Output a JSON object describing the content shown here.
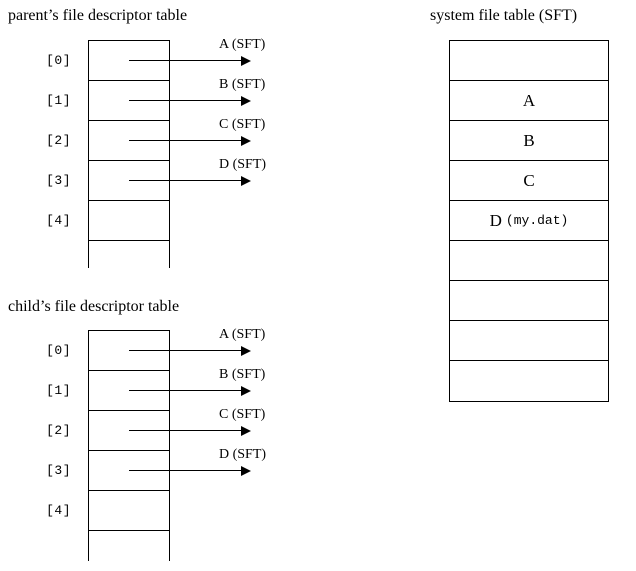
{
  "diagram": {
    "title": "file descriptor tables and system file table",
    "ink_color": "#000000",
    "background_color": "#ffffff"
  },
  "parent": {
    "heading": "parent’s file descriptor table",
    "rows": [
      {
        "index": "[0]",
        "pointer_label": "A (SFT)",
        "has_pointer": true
      },
      {
        "index": "[1]",
        "pointer_label": "B (SFT)",
        "has_pointer": true
      },
      {
        "index": "[2]",
        "pointer_label": "C (SFT)",
        "has_pointer": true
      },
      {
        "index": "[3]",
        "pointer_label": "D (SFT)",
        "has_pointer": true
      },
      {
        "index": "[4]",
        "pointer_label": "",
        "has_pointer": false
      },
      {
        "index": "",
        "pointer_label": "",
        "has_pointer": false
      }
    ]
  },
  "child": {
    "heading": "child’s file descriptor table",
    "rows": [
      {
        "index": "[0]",
        "pointer_label": "A (SFT)",
        "has_pointer": true
      },
      {
        "index": "[1]",
        "pointer_label": "B (SFT)",
        "has_pointer": true
      },
      {
        "index": "[2]",
        "pointer_label": "C (SFT)",
        "has_pointer": true
      },
      {
        "index": "[3]",
        "pointer_label": "D (SFT)",
        "has_pointer": true
      },
      {
        "index": "[4]",
        "pointer_label": "",
        "has_pointer": false
      },
      {
        "index": "",
        "pointer_label": "",
        "has_pointer": false
      }
    ]
  },
  "sft": {
    "heading": "system file table (SFT)",
    "entries": [
      {
        "label": "",
        "mono": ""
      },
      {
        "label": "A",
        "mono": ""
      },
      {
        "label": "B",
        "mono": ""
      },
      {
        "label": "C",
        "mono": ""
      },
      {
        "label": "D",
        "mono": "(my.dat)"
      },
      {
        "label": "",
        "mono": ""
      },
      {
        "label": "",
        "mono": ""
      },
      {
        "label": "",
        "mono": ""
      },
      {
        "label": "",
        "mono": ""
      }
    ]
  }
}
